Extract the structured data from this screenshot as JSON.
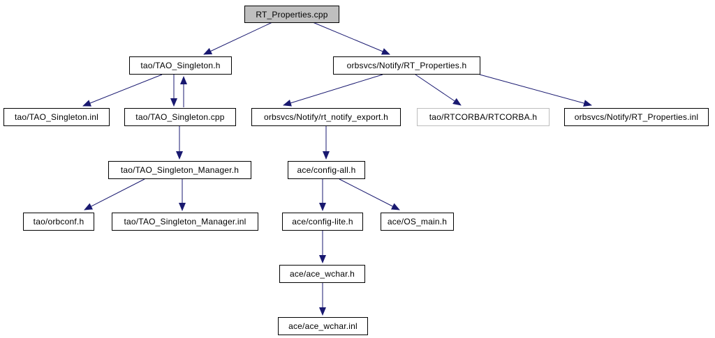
{
  "diagram": {
    "type": "include-dependency-graph",
    "colors": {
      "background": "#ffffff",
      "edge": "#191970",
      "root_node_fill": "#bfbfbf",
      "node_fill": "#ffffff",
      "node_border": "#000000",
      "external_node_border": "#bdbdbd"
    }
  },
  "nodes": [
    {
      "id": "rt-properties-cpp",
      "label": "RT_Properties.cpp",
      "style": "root"
    },
    {
      "id": "tao-singleton-h",
      "label": "tao/TAO_Singleton.h",
      "style": "normal"
    },
    {
      "id": "notify-rt-properties-h",
      "label": "orbsvcs/Notify/RT_Properties.h",
      "style": "normal"
    },
    {
      "id": "tao-singleton-inl",
      "label": "tao/TAO_Singleton.inl",
      "style": "normal"
    },
    {
      "id": "tao-singleton-cpp",
      "label": "tao/TAO_Singleton.cpp",
      "style": "normal"
    },
    {
      "id": "notify-rt-notify-export-h",
      "label": "orbsvcs/Notify/rt_notify_export.h",
      "style": "normal"
    },
    {
      "id": "rtcorba-h",
      "label": "tao/RTCORBA/RTCORBA.h",
      "style": "external"
    },
    {
      "id": "notify-rt-properties-inl",
      "label": "orbsvcs/Notify/RT_Properties.inl",
      "style": "normal"
    },
    {
      "id": "tao-singleton-manager-h",
      "label": "tao/TAO_Singleton_Manager.h",
      "style": "normal"
    },
    {
      "id": "tao-orbconf-h",
      "label": "tao/orbconf.h",
      "style": "normal"
    },
    {
      "id": "tao-singleton-manager-inl",
      "label": "tao/TAO_Singleton_Manager.inl",
      "style": "normal"
    },
    {
      "id": "ace-config-all-h",
      "label": "ace/config-all.h",
      "style": "normal"
    },
    {
      "id": "ace-config-lite-h",
      "label": "ace/config-lite.h",
      "style": "normal"
    },
    {
      "id": "ace-os-main-h",
      "label": "ace/OS_main.h",
      "style": "normal"
    },
    {
      "id": "ace-ace-wchar-h",
      "label": "ace/ace_wchar.h",
      "style": "normal"
    },
    {
      "id": "ace-ace-wchar-inl",
      "label": "ace/ace_wchar.inl",
      "style": "normal"
    }
  ],
  "edges": [
    {
      "from": "rt-properties-cpp",
      "to": "tao-singleton-h"
    },
    {
      "from": "rt-properties-cpp",
      "to": "notify-rt-properties-h"
    },
    {
      "from": "tao-singleton-h",
      "to": "tao-singleton-inl"
    },
    {
      "from": "tao-singleton-h",
      "to": "tao-singleton-cpp"
    },
    {
      "from": "tao-singleton-cpp",
      "to": "tao-singleton-h"
    },
    {
      "from": "notify-rt-properties-h",
      "to": "notify-rt-notify-export-h"
    },
    {
      "from": "notify-rt-properties-h",
      "to": "rtcorba-h"
    },
    {
      "from": "notify-rt-properties-h",
      "to": "notify-rt-properties-inl"
    },
    {
      "from": "tao-singleton-cpp",
      "to": "tao-singleton-manager-h"
    },
    {
      "from": "tao-singleton-manager-h",
      "to": "tao-orbconf-h"
    },
    {
      "from": "tao-singleton-manager-h",
      "to": "tao-singleton-manager-inl"
    },
    {
      "from": "notify-rt-notify-export-h",
      "to": "ace-config-all-h"
    },
    {
      "from": "ace-config-all-h",
      "to": "ace-config-lite-h"
    },
    {
      "from": "ace-config-all-h",
      "to": "ace-os-main-h"
    },
    {
      "from": "ace-config-lite-h",
      "to": "ace-ace-wchar-h"
    },
    {
      "from": "ace-ace-wchar-h",
      "to": "ace-ace-wchar-inl"
    }
  ]
}
